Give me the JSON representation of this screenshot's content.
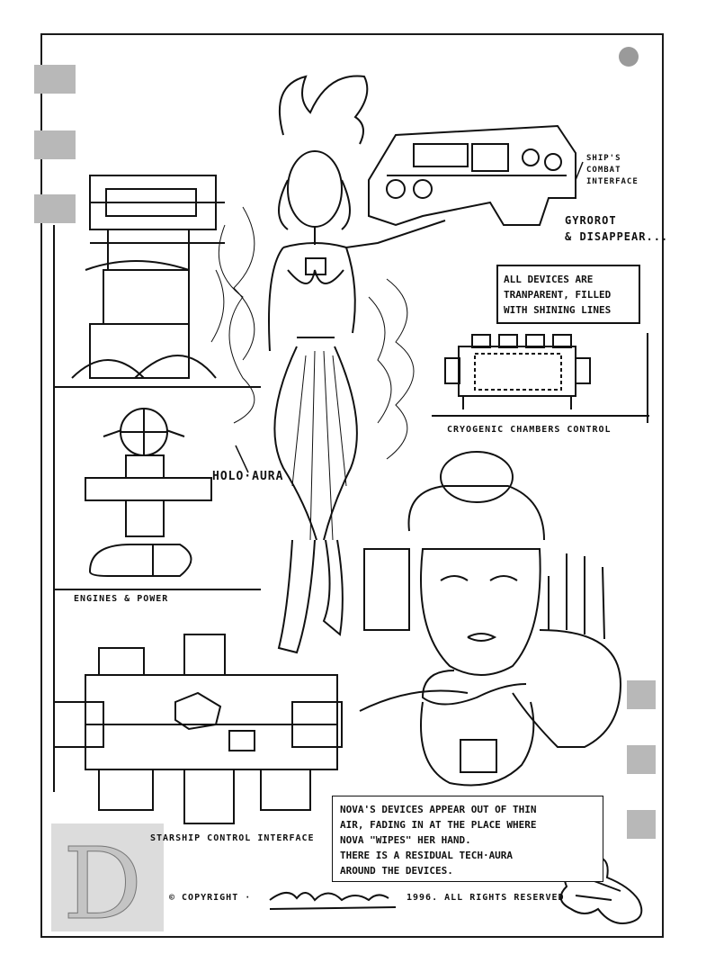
{
  "labels": {
    "ships_combat_interface": [
      "SHIP'S",
      "COMBAT",
      "INTERFACE"
    ],
    "gyrorot": [
      "GYRoRoT",
      "& DISAPPEAR..."
    ],
    "transparent_note": [
      "ALL DEVICES ARE",
      "TRANPARENT, FILLED",
      "WITH SHINING LINES"
    ],
    "cryogenic": "CRYOGENIC CHAMBERS CONTROL",
    "holo_aura": "HOLO·AURA",
    "engines": "ENGINES & POWER",
    "starship": "STARSHIP CONTROL INTERFACE",
    "nova_note": [
      "NOVA'S DEVICES APPEAR OUT OF THIN",
      "AIR, FADING IN AT THE PLACE WHERE",
      "NOVA \"WIPES\" HER HAND.",
      "THERE IS A RESIDUAL TECH·AURA",
      "AROUND THE DEVICES."
    ]
  },
  "footer": {
    "copyright_prefix": "© COPYRIGHT ·",
    "year_rights": "1996.  ALL RIGHTS RESERVED"
  },
  "colors": {
    "ink": "#111111",
    "tab_gray": "#b8b8b8",
    "hole_gray": "#9a9a9a"
  }
}
